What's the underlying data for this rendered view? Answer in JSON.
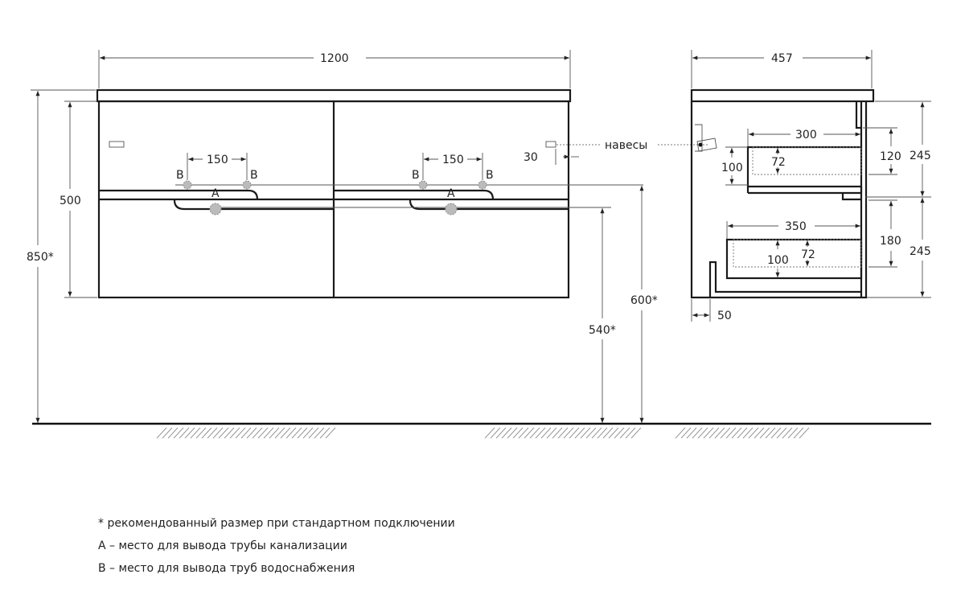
{
  "front_view": {
    "width_label": "1200",
    "body_height_label": "500",
    "total_height_label": "850*",
    "pipe_spacing_left": "150",
    "pipe_spacing_right": "150",
    "water_pipe_letter": "B",
    "drain_letter": "A",
    "hinge_offset_label": "30",
    "hinges_label": "навесы",
    "drain_height_label": "540*",
    "water_height_label": "600*"
  },
  "side_view": {
    "depth_label": "457",
    "upper_section_label": "245",
    "lower_section_label": "245",
    "upper_drawer_depth": "300",
    "lower_drawer_depth": "350",
    "upper_drawer_height": "100",
    "upper_drawer_inner": "72",
    "upper_clearance": "120",
    "lower_drawer_height": "100",
    "lower_drawer_inner": "72",
    "lower_clearance": "180",
    "plinth_offset": "50"
  },
  "legend": [
    "* рекомендованный размер при стандартном подключении",
    "A – место для вывода трубы канализации",
    "B – место для вывода труб водоснабжения"
  ]
}
